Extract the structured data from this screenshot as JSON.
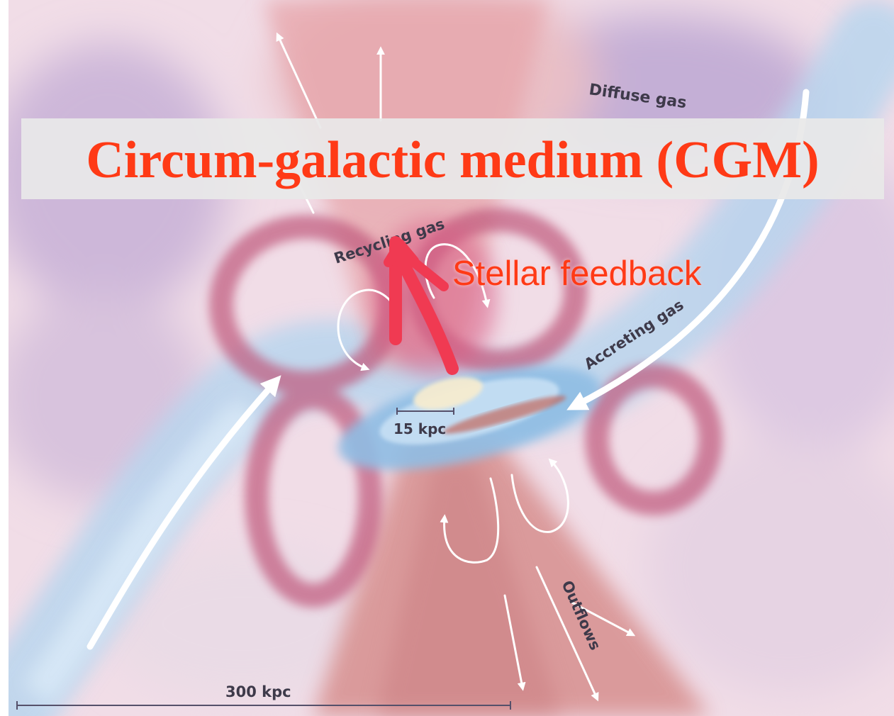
{
  "title": "Circum-galactic medium (CGM)",
  "annotation": "Stellar feedback",
  "labels": {
    "diffuse_gas": "Diffuse gas",
    "recycling_gas": "Recycling gas",
    "accreting_gas": "Accreting gas",
    "outflows": "Outflows",
    "scale_small": "15 kpc",
    "scale_large": "300 kpc"
  },
  "colors": {
    "title": "#ff3a16",
    "annotation": "#ff3a16",
    "annotation_arrow": "#f03a52",
    "label_text": "#3e3a4a",
    "background": "#f2dde8",
    "stream": "#b8d4ec",
    "outflow_cone": "#d98c8c",
    "recycling_loops": "#c0567a",
    "arrows": "#ffffff"
  }
}
